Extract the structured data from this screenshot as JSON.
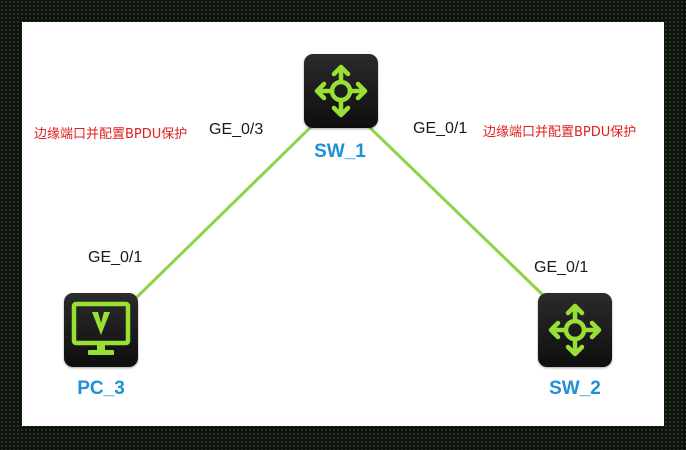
{
  "devices": {
    "sw1": {
      "label": "SW_1",
      "icon": "switch-icon"
    },
    "pc3": {
      "label": "PC_3",
      "icon": "monitor-icon"
    },
    "sw2": {
      "label": "SW_2",
      "icon": "switch-icon"
    }
  },
  "ports": {
    "sw1_left": "GE_0/3",
    "sw1_right": "GE_0/1",
    "pc3": "GE_0/1",
    "sw2": "GE_0/1"
  },
  "notes": {
    "left": "边缘端口并配置BPDU保护",
    "right": "边缘端口并配置BPDU保护"
  },
  "colors": {
    "link": "#8ed44a",
    "icon": "#98e035",
    "label": "#1e8fd8",
    "note": "#e02020",
    "frame": "#0c130c"
  }
}
